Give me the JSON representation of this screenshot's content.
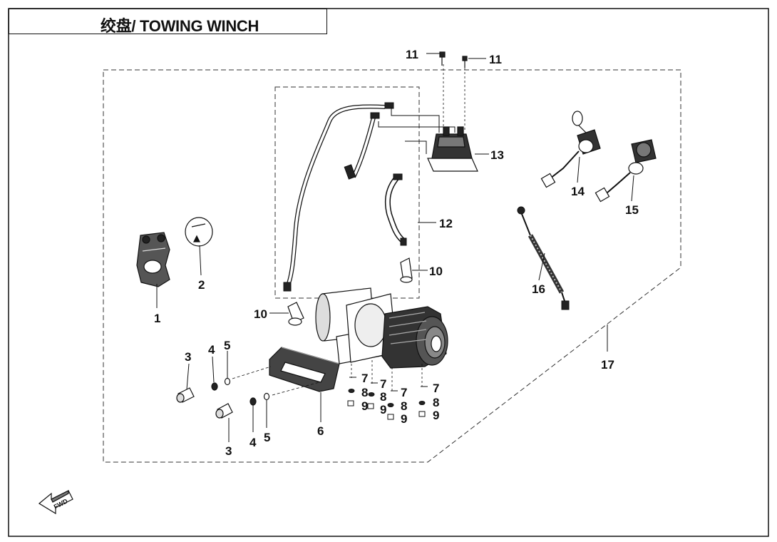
{
  "title": "绞盘/ TOWING WINCH",
  "fwd_label": "FWD",
  "callouts": [
    {
      "id": "c1",
      "label": "1"
    },
    {
      "id": "c2",
      "label": "2"
    },
    {
      "id": "c3a",
      "label": "3"
    },
    {
      "id": "c3b",
      "label": "3"
    },
    {
      "id": "c4a",
      "label": "4"
    },
    {
      "id": "c4b",
      "label": "4"
    },
    {
      "id": "c5a",
      "label": "5"
    },
    {
      "id": "c5b",
      "label": "5"
    },
    {
      "id": "c6",
      "label": "6"
    },
    {
      "id": "c7a",
      "label": "7"
    },
    {
      "id": "c7b",
      "label": "7"
    },
    {
      "id": "c7c",
      "label": "7"
    },
    {
      "id": "c7d",
      "label": "7"
    },
    {
      "id": "c8a",
      "label": "8"
    },
    {
      "id": "c8b",
      "label": "8"
    },
    {
      "id": "c8c",
      "label": "8"
    },
    {
      "id": "c8d",
      "label": "8"
    },
    {
      "id": "c9a",
      "label": "9"
    },
    {
      "id": "c9b",
      "label": "9"
    },
    {
      "id": "c9c",
      "label": "9"
    },
    {
      "id": "c9d",
      "label": "9"
    },
    {
      "id": "c10a",
      "label": "10"
    },
    {
      "id": "c10b",
      "label": "10"
    },
    {
      "id": "c11a",
      "label": "11"
    },
    {
      "id": "c11b",
      "label": "11"
    },
    {
      "id": "c12",
      "label": "12"
    },
    {
      "id": "c13",
      "label": "13"
    },
    {
      "id": "c14",
      "label": "14"
    },
    {
      "id": "c15",
      "label": "15"
    },
    {
      "id": "c16",
      "label": "16"
    },
    {
      "id": "c17",
      "label": "17"
    }
  ]
}
